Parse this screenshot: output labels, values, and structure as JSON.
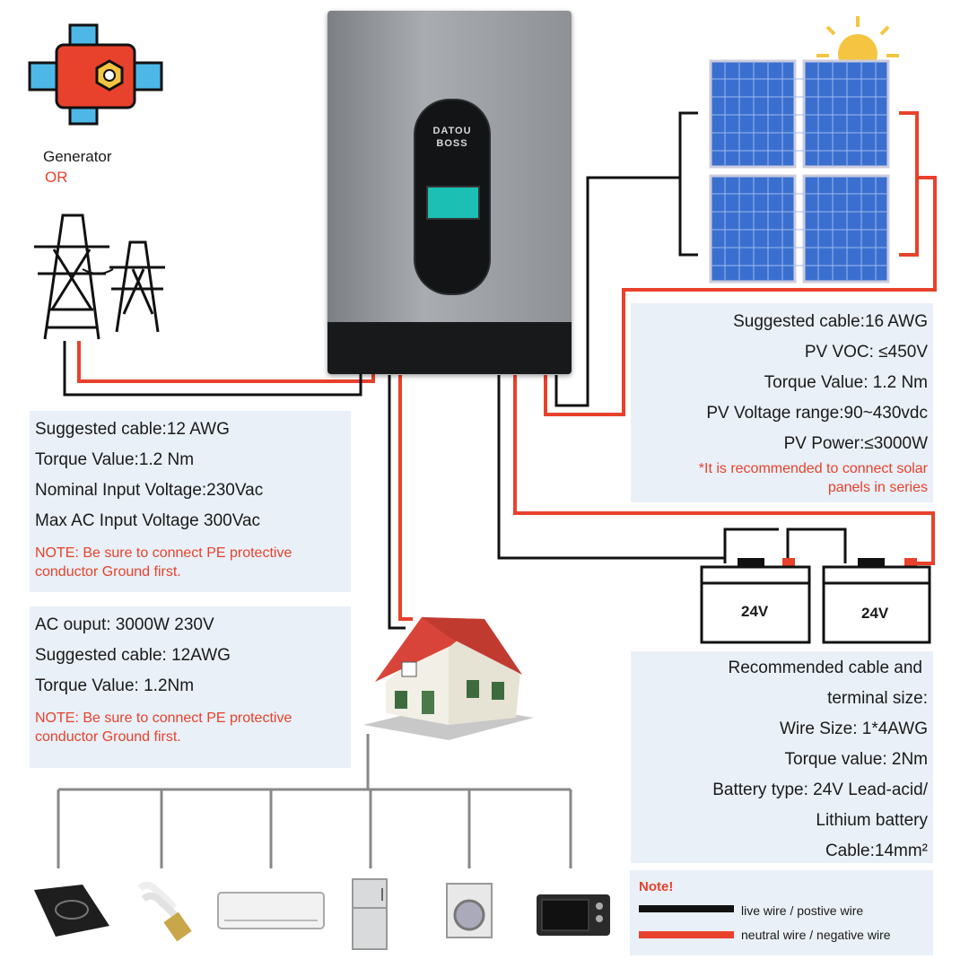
{
  "source": {
    "generator_label": "Generator",
    "or_label": "OR"
  },
  "inverter": {
    "brand_top": "DATOU",
    "brand_bottom": "BOSS"
  },
  "pv_panel": {
    "lines": [
      "Suggested cable:16 AWG",
      "PV VOC: ≤450V",
      "Torque Value: 1.2 Nm",
      "PV Voltage range:90~430vdc",
      "PV Power:≤3000W"
    ],
    "note": "*It is recommended to connect solar panels in series"
  },
  "ac_input_panel": {
    "lines": [
      "Suggested cable:12 AWG",
      "Torque Value:1.2 Nm",
      "Nominal Input Voltage:230Vac",
      "Max AC Input Voltage 300Vac"
    ],
    "note": "NOTE: Be sure to connect PE protective conductor Ground first."
  },
  "ac_output_panel": {
    "lines": [
      "AC ouput: 3000W 230V",
      "Suggested cable: 12AWG",
      "Torque Value: 1.2Nm"
    ],
    "note": "NOTE: Be sure to connect PE protective conductor Ground first."
  },
  "batteries": [
    {
      "label": "24V"
    },
    {
      "label": "24V"
    }
  ],
  "battery_panel": {
    "lines": [
      "Recommended cable and",
      "terminal size:",
      "Wire Size: 1*4AWG",
      "Torque value: 2Nm",
      "Battery type: 24V Lead-acid/",
      "Lithium battery",
      "Cable:14mm²"
    ]
  },
  "legend": {
    "title": "Note!",
    "items": [
      {
        "color": "#111111",
        "text": "live wire / postive wire"
      },
      {
        "color": "#e8412c",
        "text": "neutral wire / negative wire"
      }
    ]
  },
  "colors": {
    "live": "#111111",
    "neutral": "#e8412c",
    "panel_bg": "#e9f0f7",
    "note_red": "#e8412c",
    "load_line": "#888888"
  },
  "icons": [
    "generator-icon",
    "power-tower-icon",
    "solar-panel-icon",
    "sun-icon",
    "house-icon",
    "induction-cooker-icon",
    "light-bulb-icon",
    "air-conditioner-icon",
    "refrigerator-icon",
    "washing-machine-icon",
    "microwave-oven-icon"
  ]
}
